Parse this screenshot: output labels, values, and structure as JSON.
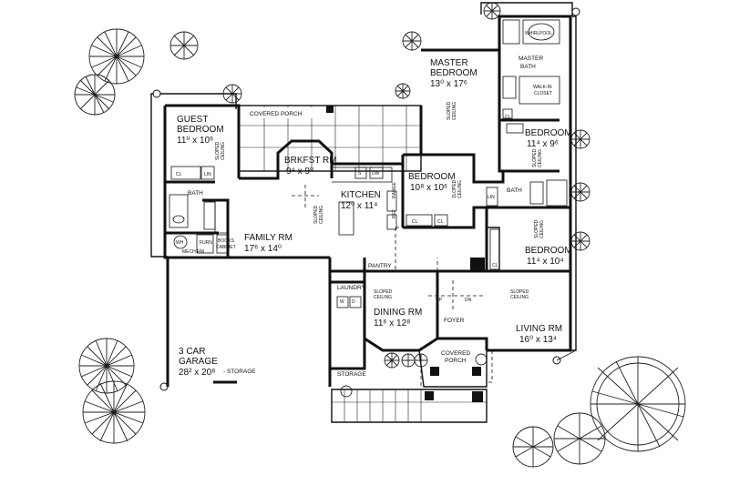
{
  "rooms": {
    "guest_bedroom": {
      "name_line1": "GUEST",
      "name_line2": "BEDROOM",
      "dims": "11⁰ x 10⁶"
    },
    "brkfst": {
      "name": "BRKFST RM",
      "dims": "9⁴ x 9⁰"
    },
    "kitchen": {
      "name": "KITCHEN",
      "dims": "12⁰ x 11⁴"
    },
    "family": {
      "name": "FAMILY RM",
      "dims": "17⁶ x 14⁰"
    },
    "master_bedroom": {
      "name_line1": "MASTER",
      "name_line2": "BEDROOM",
      "dims": "13⁰ x 17⁶"
    },
    "master_bath": {
      "name_line1": "MASTER",
      "name_line2": "BATH"
    },
    "bedroom_center": {
      "name": "BEDROOM",
      "dims": "10⁸ x 10⁶"
    },
    "bedroom_right_upper": {
      "name": "BEDROOM",
      "dims": "11⁴ x 9⁶"
    },
    "bedroom_right_lower": {
      "name": "BEDROOM",
      "dims": "11⁴ x 10⁴"
    },
    "dining": {
      "name": "DINING RM",
      "dims": "11⁶ x 12⁸"
    },
    "living": {
      "name": "LIVING RM",
      "dims": "16⁰ x 13⁴"
    },
    "garage": {
      "name_line1": "3 CAR",
      "name_line2": "GARAGE",
      "dims": "28² x 20⁸",
      "storage_note": "- STORAGE"
    }
  },
  "labels": {
    "covered_porch_top": "COVERED PORCH",
    "covered_porch_front_line1": "COVERED",
    "covered_porch_front_line2": "PORCH",
    "whirlpool": "WHIRLPOOL",
    "walk_in_line1": "WALK-IN",
    "walk_in_line2": "CLOSET",
    "bath_left": "BATH",
    "bath_right": "BATH",
    "laundry": "LAUNDRY",
    "storage": "STORAGE",
    "pantry": "PANTRY",
    "foyer": "FOYER",
    "mech_rm": "MECH RM",
    "furn": "FURN",
    "books_cabinet_line1": "BOOKS",
    "books_cabinet_line2": "CABINET",
    "wh": "WH",
    "cl": "CL",
    "lin": "LIN",
    "dw": "DW",
    "s": "S",
    "ref": "REF",
    "range": "RANGE",
    "d": "D",
    "w": "W",
    "up": "UP",
    "dn": "DN",
    "sloped_line1": "SLOPED",
    "sloped_line2": "CEILING"
  }
}
